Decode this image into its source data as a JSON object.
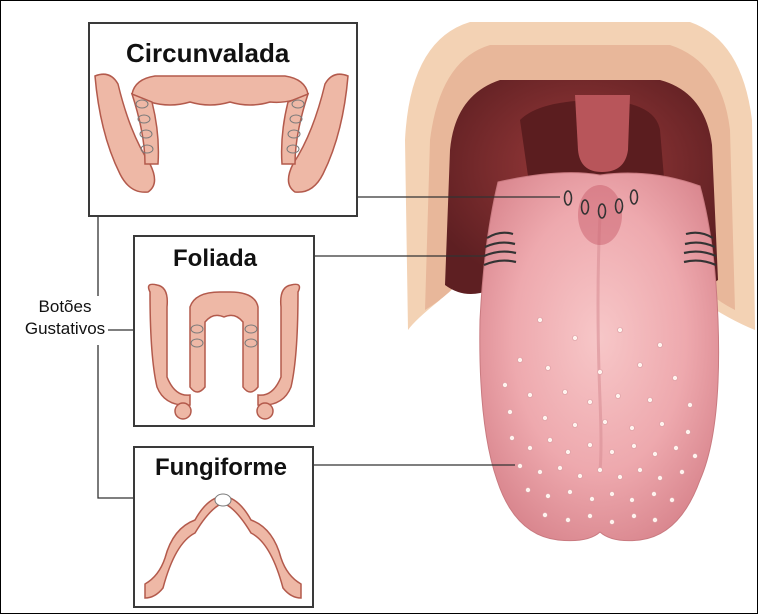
{
  "papillae": {
    "circunvalada": "Circunvalada",
    "foliada": "Foliada",
    "fungiforme": "Fungiforme"
  },
  "taste_buds_label": {
    "line1": "Botões",
    "line2": "Gustativos"
  },
  "colors": {
    "tissue_fill": "#eeb8a6",
    "tissue_stroke": "#b35a4c",
    "tongue_fill": "#eea9ae",
    "mouth_dark": "#6e2a2a",
    "lip": "#f2c9a8",
    "leader_line": "#333333"
  }
}
